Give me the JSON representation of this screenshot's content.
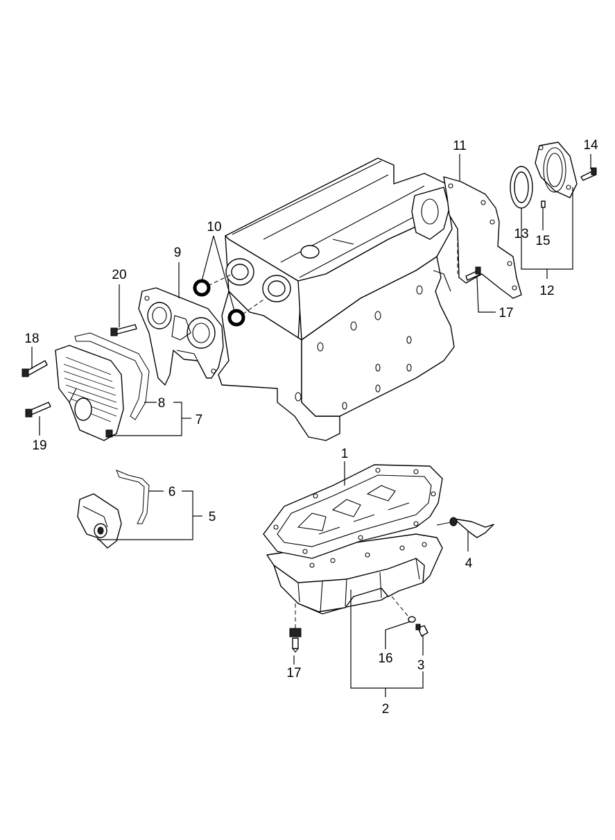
{
  "callouts": {
    "c1": "1",
    "c2": "2",
    "c3": "3",
    "c4": "4",
    "c5": "5",
    "c6": "6",
    "c7": "7",
    "c8": "8",
    "c9": "9",
    "c10": "10",
    "c11": "11",
    "c12": "12",
    "c13": "13",
    "c14": "14",
    "c15": "15",
    "c16": "16",
    "c17a": "17",
    "c17b": "17",
    "c18": "18",
    "c19": "19",
    "c20": "20"
  },
  "colors": {
    "line": "#000000",
    "background": "#ffffff"
  }
}
